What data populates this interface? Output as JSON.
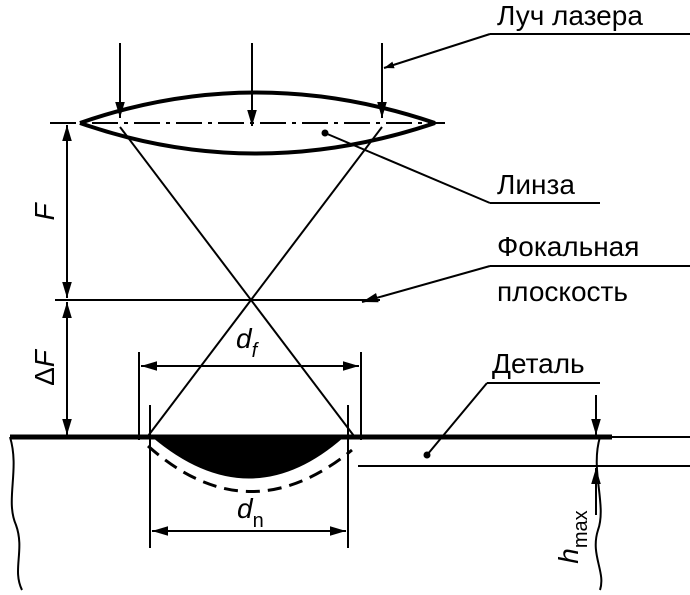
{
  "labels": {
    "laser_beam": "Луч лазера",
    "lens": "Линза",
    "focal_plane_line1": "Фокальная",
    "focal_plane_line2": "плоскость",
    "part": "Деталь",
    "F": "F",
    "delta_F_delta": "Δ",
    "delta_F_F": "F",
    "d_f_main": "d",
    "d_f_sub": "f",
    "d_n_main": "d",
    "d_n_sub": "n",
    "h_max_main": "h",
    "h_max_sub": "max"
  },
  "colors": {
    "line": "#000000",
    "background": "#ffffff",
    "melt_pool": "#000000"
  }
}
